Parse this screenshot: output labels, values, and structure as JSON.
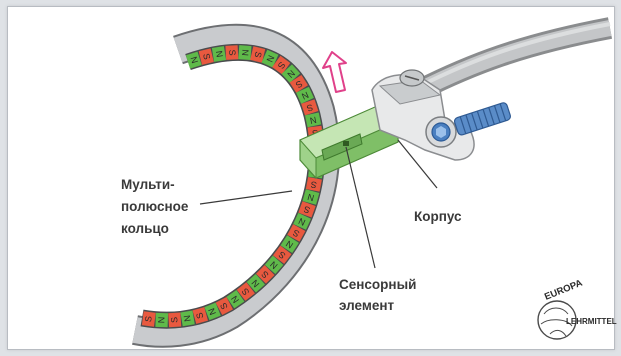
{
  "labels": {
    "ring": [
      "Мульти-",
      "полюсное",
      "кольцо"
    ],
    "housing": "Корпус",
    "sensor": [
      "Сенсорный",
      "элемент"
    ]
  },
  "logo": {
    "top_text": "EUROPA",
    "side_text": "LEHRMITTEL"
  },
  "ring": {
    "pole_sequence": [
      "N",
      "S"
    ],
    "colors": {
      "red": "#e8593f",
      "green": "#5fba4a"
    }
  },
  "colors": {
    "background": "#dfe2e6",
    "panel": "#ffffff",
    "label_text": "#3a3a3a",
    "arrow": "#e0418a"
  }
}
